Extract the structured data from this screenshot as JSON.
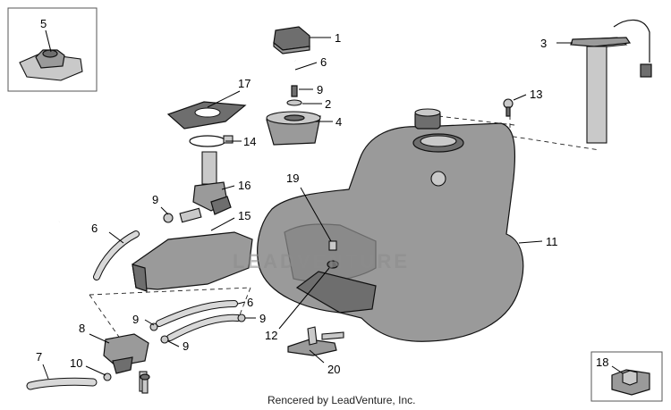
{
  "callouts": {
    "c1": "1",
    "c2": "2",
    "c3": "3",
    "c4": "4",
    "c5": "5",
    "c6a": "6",
    "c6b": "6",
    "c6c": "6",
    "c7": "7",
    "c8": "8",
    "c9a": "9",
    "c9b": "9",
    "c9c": "9",
    "c9d": "9",
    "c9e": "9",
    "c10": "10",
    "c11": "11",
    "c12": "12",
    "c13": "13",
    "c14": "14",
    "c15": "15",
    "c16": "16",
    "c17": "17",
    "c18": "18",
    "c19": "19",
    "c20": "20"
  },
  "watermark": "LEADVENTURE",
  "footer": "Rencered by LeadVenture, Inc.",
  "colors": {
    "part": "#9a9a9a",
    "part_dark": "#6e6e6e",
    "line": "#111111"
  }
}
